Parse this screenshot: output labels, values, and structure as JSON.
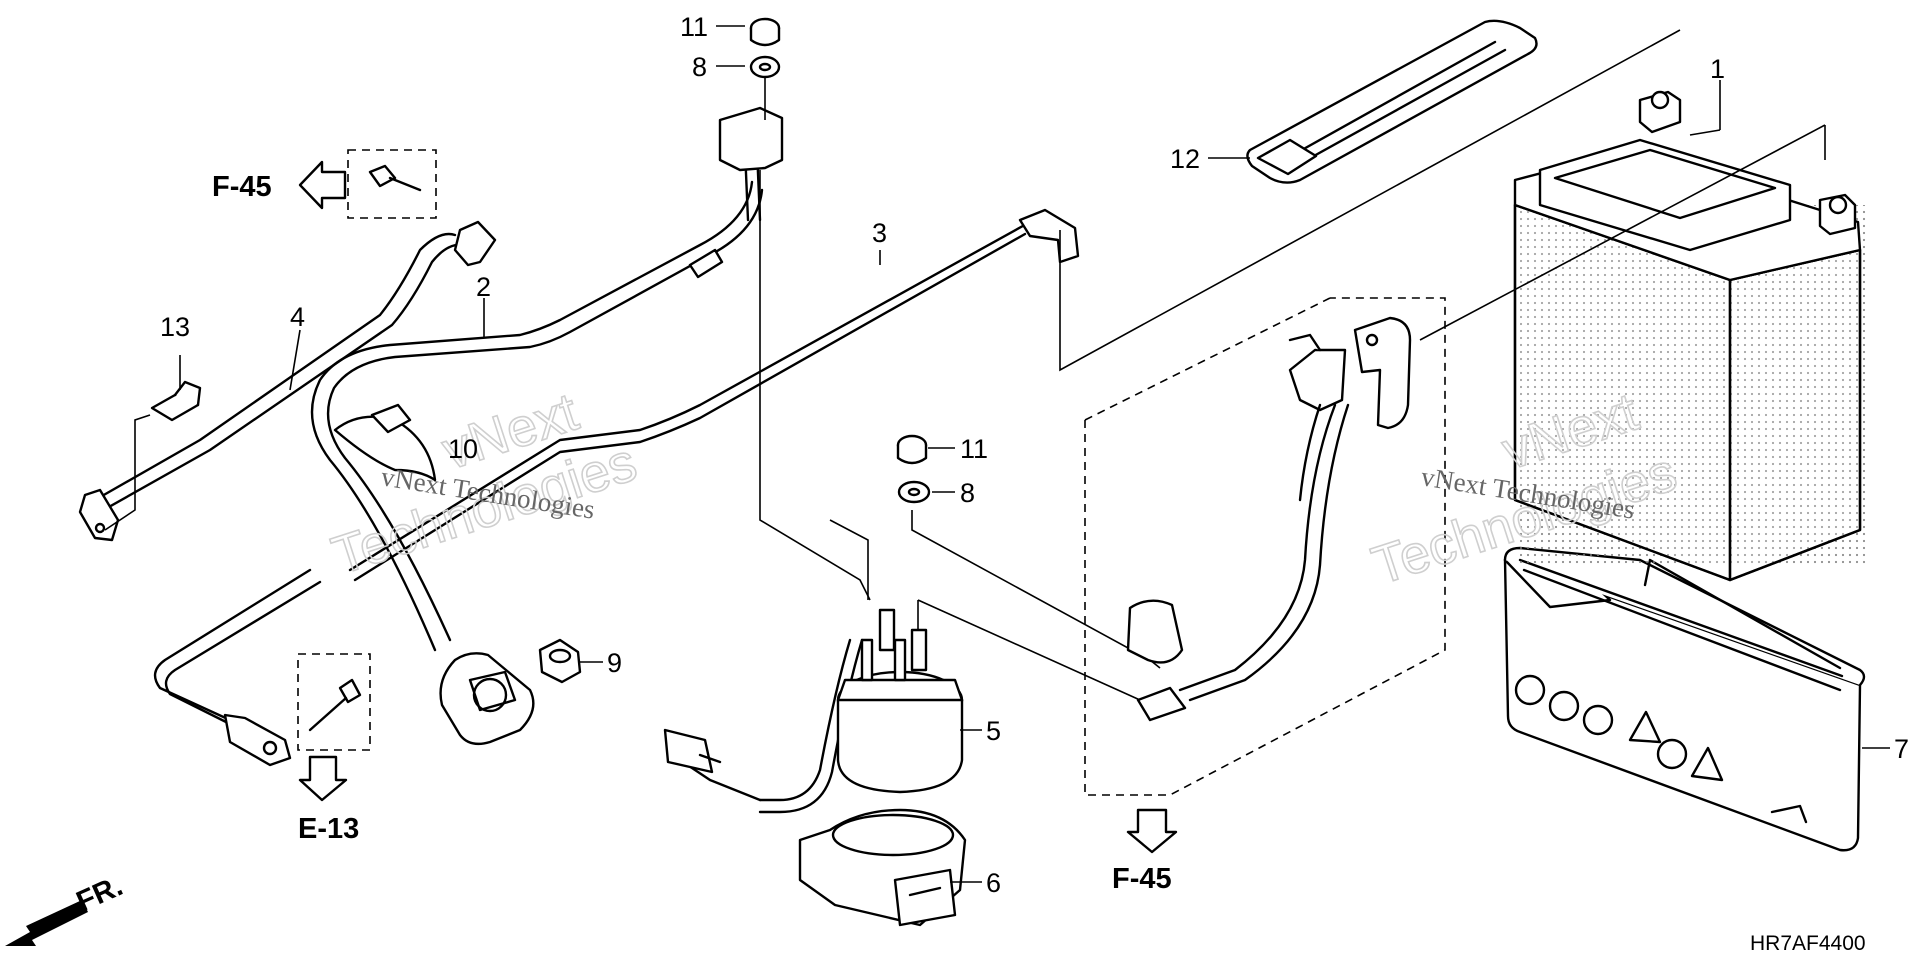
{
  "diagram": {
    "part_labels": [
      {
        "id": "1",
        "text": "1"
      },
      {
        "id": "2",
        "text": "2"
      },
      {
        "id": "3",
        "text": "3"
      },
      {
        "id": "4",
        "text": "4"
      },
      {
        "id": "5",
        "text": "5"
      },
      {
        "id": "6",
        "text": "6"
      },
      {
        "id": "7",
        "text": "7"
      },
      {
        "id": "8a",
        "text": "8"
      },
      {
        "id": "8b",
        "text": "8"
      },
      {
        "id": "9",
        "text": "9"
      },
      {
        "id": "10",
        "text": "10"
      },
      {
        "id": "11a",
        "text": "11"
      },
      {
        "id": "11b",
        "text": "11"
      },
      {
        "id": "12",
        "text": "12"
      },
      {
        "id": "13",
        "text": "13"
      }
    ],
    "references": {
      "f45_left": "F-45",
      "e13": "E-13",
      "f45_bottom": "F-45"
    },
    "front_arrow": "FR.",
    "figure_code": "HR7AF4400",
    "watermark": {
      "brand": "vNext",
      "sub": "Technologies",
      "line": "vNext Technologies"
    }
  }
}
